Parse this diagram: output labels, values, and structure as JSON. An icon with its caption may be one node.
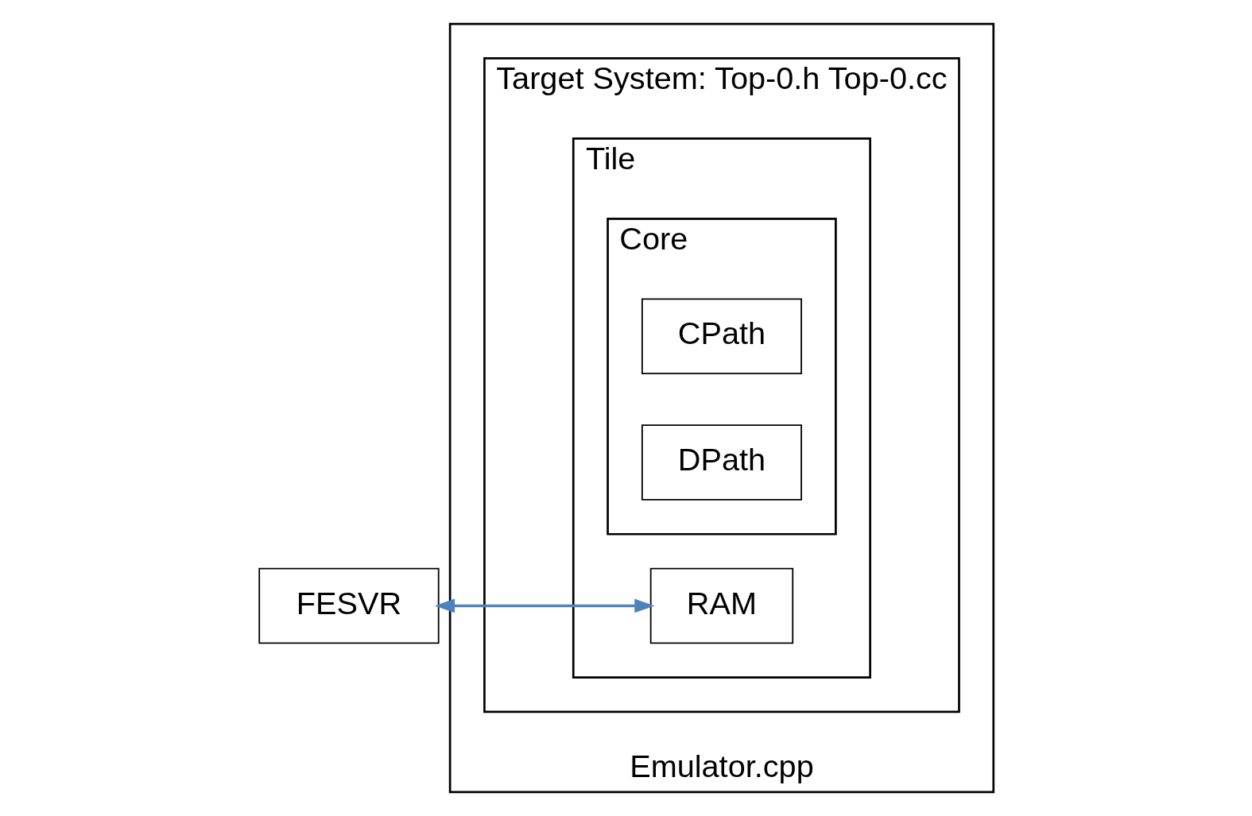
{
  "diagram": {
    "nodes": [
      {
        "text": [
          "Emulator.cpp"
        ]
      },
      {
        "text": [
          "Target System: Top-0.h Top-0.cc"
        ],
        "in": 0
      },
      {
        "text": [
          "Tile"
        ],
        "in": 1
      },
      {
        "text": [
          "Core"
        ],
        "in": 2
      },
      {
        "text": [
          "CPath"
        ],
        "in": 3
      },
      {
        "text": [
          "DPath"
        ],
        "in": 3
      },
      {
        "text": [
          "RAM"
        ],
        "in": 2
      },
      {
        "text": [
          "FESVR"
        ]
      }
    ],
    "edges": [
      {
        "from": 7,
        "to": 6,
        "arrow": "both",
        "color": "#4f81bd"
      }
    ]
  }
}
